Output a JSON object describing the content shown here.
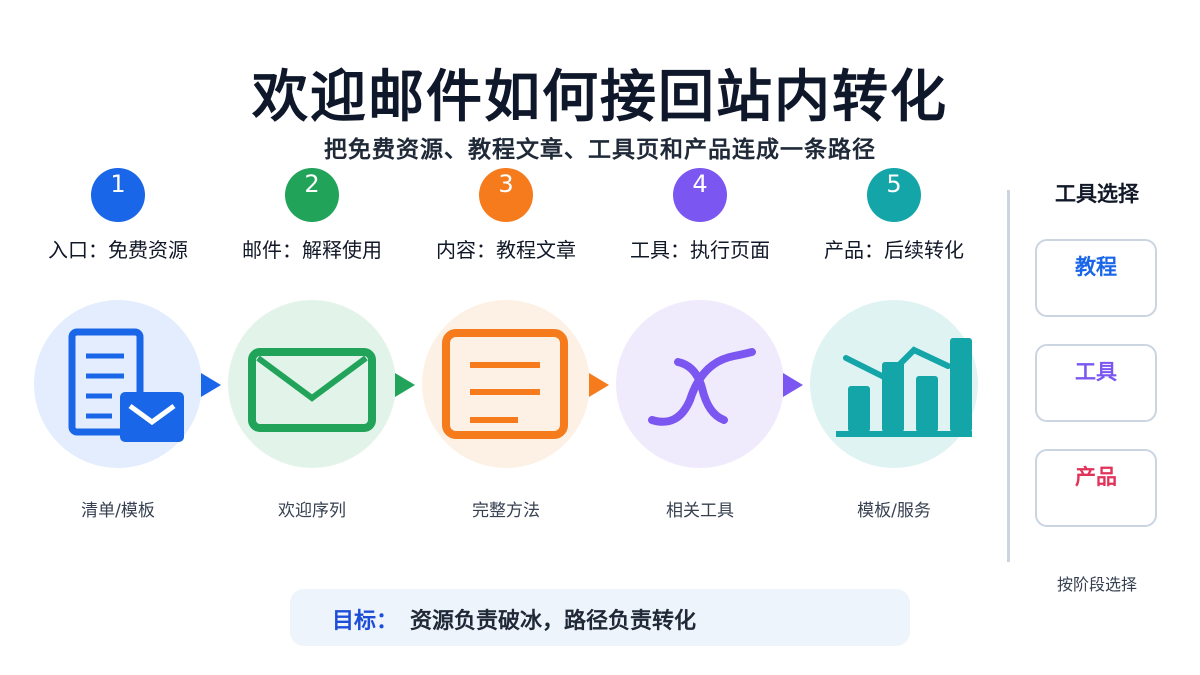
{
  "title": "欢迎邮件如何接回站内转化",
  "subtitle": "把免费资源、教程文章、工具页和产品连成一条路径",
  "steps": [
    {
      "number": "1",
      "label": "入口：免费资源",
      "caption": "清单/模板",
      "color": "#1a66e8",
      "bg": "#e3edfd",
      "icon": "checklist-email-icon"
    },
    {
      "number": "2",
      "label": "邮件：解释使用",
      "caption": "欢迎序列",
      "color": "#21a35a",
      "bg": "#e2f4ea",
      "icon": "envelope-icon"
    },
    {
      "number": "3",
      "label": "内容：教程文章",
      "caption": "完整方法",
      "color": "#f57b1c",
      "bg": "#fdf0e4",
      "icon": "article-icon"
    },
    {
      "number": "4",
      "label": "工具：执行页面",
      "caption": "相关工具",
      "color": "#7b56f0",
      "bg": "#efebfd",
      "icon": "tool-curve-icon"
    },
    {
      "number": "5",
      "label": "产品：后续转化",
      "caption": "模板/服务",
      "color": "#14a5a8",
      "bg": "#e0f3f3",
      "icon": "bar-chart-icon"
    }
  ],
  "sidebar": {
    "title": "工具选择",
    "buttons": [
      {
        "label": "教程",
        "color": "#1a66e8"
      },
      {
        "label": "工具",
        "color": "#7b56f0"
      },
      {
        "label": "产品",
        "color": "#e0335a"
      }
    ],
    "note": "按阶段选择"
  },
  "goal": {
    "label": "目标：",
    "text": "资源负责破冰，路径负责转化"
  }
}
